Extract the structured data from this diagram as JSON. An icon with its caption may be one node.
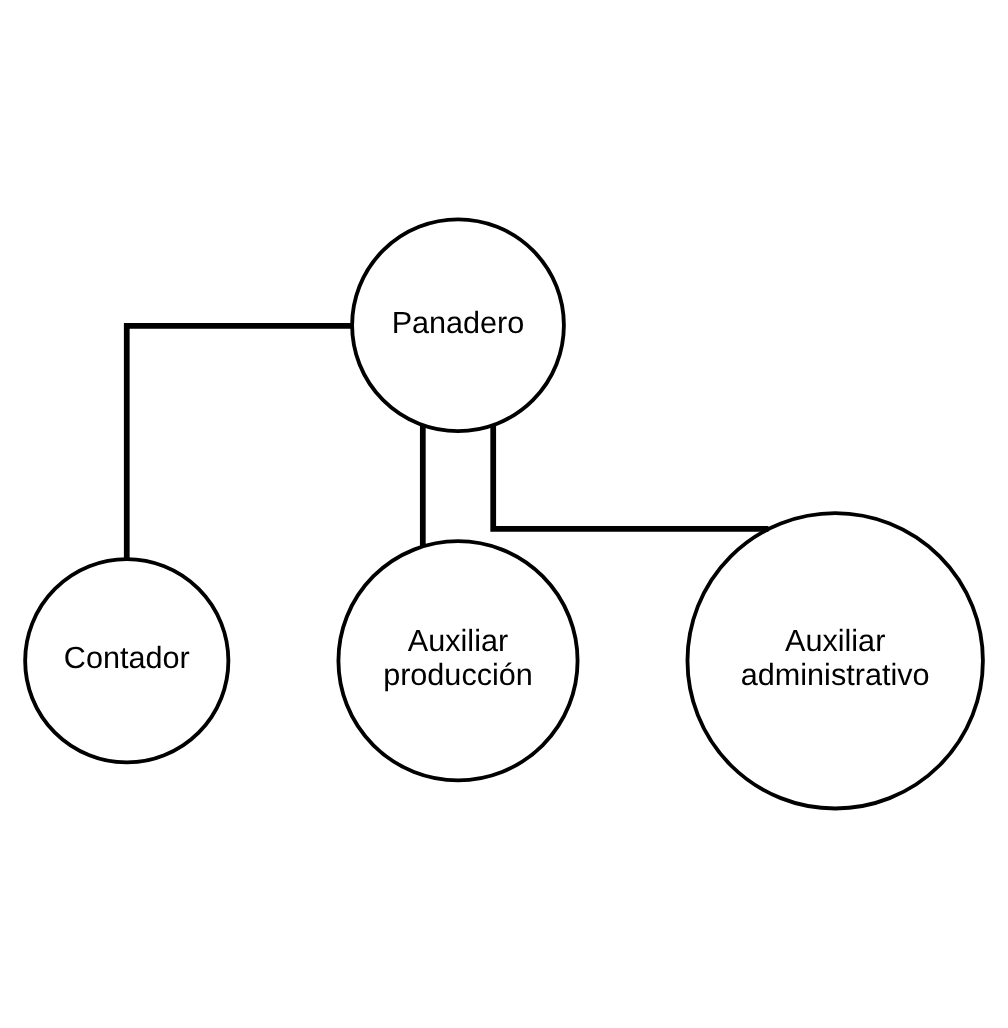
{
  "diagram": {
    "nodes": [
      {
        "text": [
          "Panadero"
        ]
      },
      {
        "text": [
          "Contador"
        ]
      },
      {
        "text": [
          "Auxiliar producción"
        ]
      },
      {
        "text": [
          "Auxiliar administrativo"
        ]
      }
    ],
    "edges": [
      {
        "from": 0,
        "to": 1,
        "arrow": "none"
      },
      {
        "from": 0,
        "to": 2,
        "arrow": "none"
      },
      {
        "from": 0,
        "to": 3,
        "arrow": "none"
      }
    ]
  }
}
